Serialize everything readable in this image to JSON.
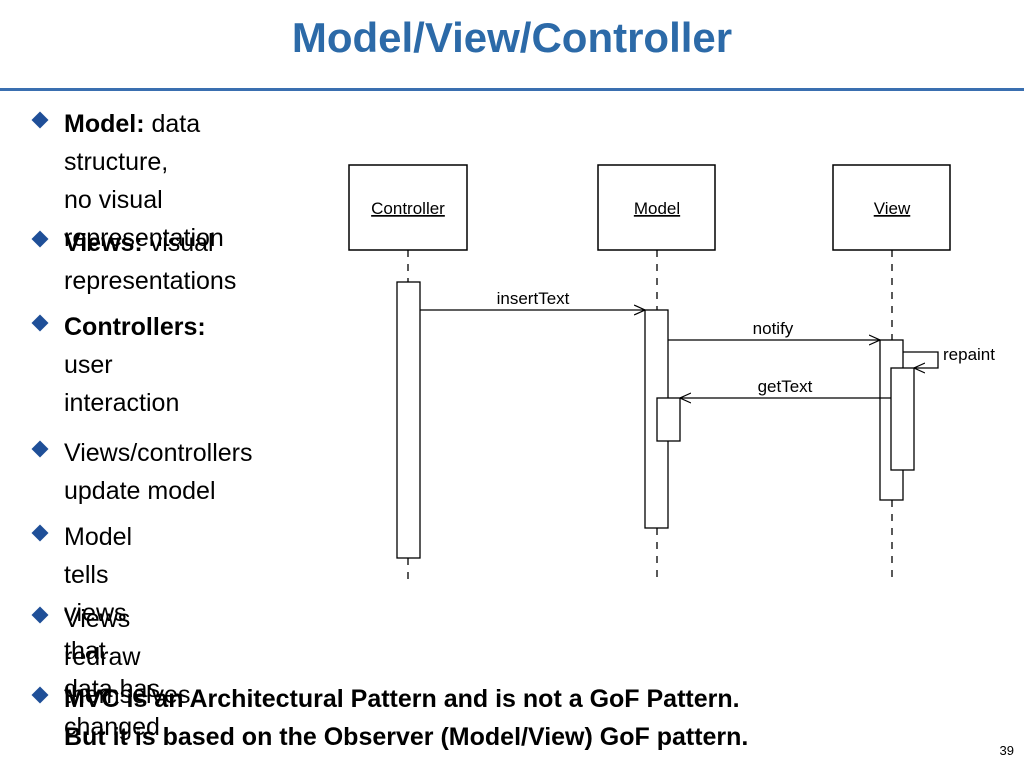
{
  "slide": {
    "title": "Model/View/Controller",
    "page_number": "39"
  },
  "bullets": [
    {
      "bold": "Model:",
      "lines": [
        " data structure,",
        "no visual",
        "representation"
      ]
    },
    {
      "bold": "Views:",
      "lines": [
        " visual",
        "representations"
      ]
    },
    {
      "bold": "Controllers:",
      "lines": [
        " user",
        "interaction"
      ]
    },
    {
      "lines": [
        "Views/controllers",
        "update model"
      ]
    },
    {
      "lines": [
        "Model tells views that",
        "data has changed"
      ]
    },
    {
      "lines": [
        "Views redraw",
        "themselves"
      ]
    },
    {
      "lines": [
        "MVC is an Architectural Pattern and is not a GoF Pattern.",
        "But it is based on the Observer (Model/View) GoF pattern."
      ],
      "all_bold": true
    }
  ],
  "diagram": {
    "objects": [
      "Controller",
      "Model",
      "View"
    ],
    "messages": [
      "insertText",
      "notify",
      "repaint",
      "getText"
    ]
  },
  "colors": {
    "title": "#2c6aa8",
    "rule": "#3a6fb0",
    "bullet_mark": "#1f4f98"
  }
}
